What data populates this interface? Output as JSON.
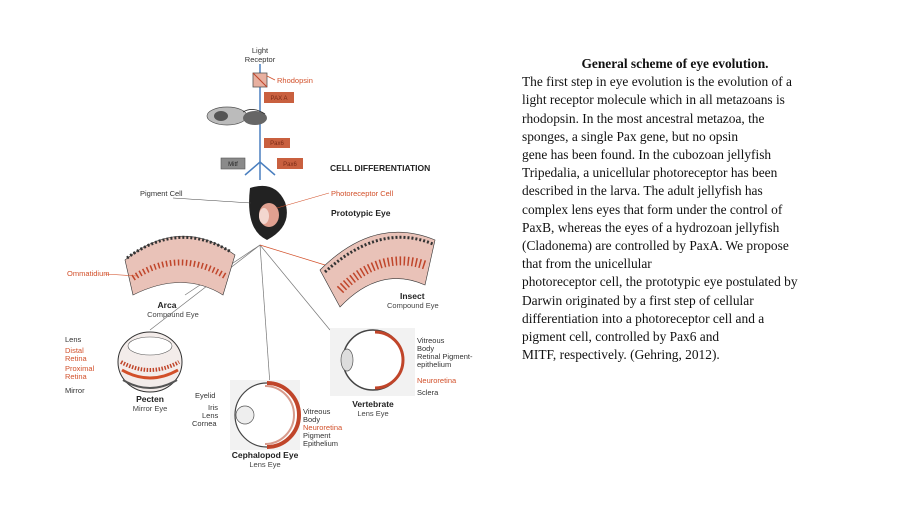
{
  "diagram": {
    "top": {
      "light_receptor": [
        "Light",
        "Receptor"
      ],
      "rhodopsin": "Rhodopsin",
      "pax_box_1": "PAX A",
      "pax_box_2": "Pax6",
      "mitf_box": "Mitf",
      "pax_box_3": "Pax6",
      "cell_differentiation": "CELL DIFFERENTIATION"
    },
    "prototypic": {
      "pigment_cell": "Pigment Cell",
      "photoreceptor_cell": "Photoreceptor Cell",
      "prototypic_eye": "Prototypic Eye"
    },
    "arca": {
      "ommatidium": "Ommatidium",
      "name": "Arca",
      "type": "Compound Eye"
    },
    "insect": {
      "name": "Insect",
      "type": "Compound Eye"
    },
    "pecten": {
      "lens": "Lens",
      "distal_retina": [
        "Distal",
        "Retina"
      ],
      "proximal_retina": [
        "Proximal",
        "Retina"
      ],
      "mirror": "Mirror",
      "name": "Pecten",
      "type": "Mirror Eye"
    },
    "vertebrate": {
      "vitreous_body": [
        "Vitreous",
        "Body"
      ],
      "retinal_pigment": [
        "Retinal Pigment-",
        "epithelium"
      ],
      "neuroretina": "Neuroretina",
      "sclera": "Sclera",
      "name": "Vertebrate",
      "type": "Lens Eye"
    },
    "cephalopod": {
      "eyelid": "Eyelid",
      "iris": "Iris",
      "lens": "Lens",
      "cornea": "Cornea",
      "vitreous_body": [
        "Vitreous",
        "Body"
      ],
      "neuroretina": "Neuroretina",
      "pigment_epithelium": [
        "Pigment",
        "Epithelium"
      ],
      "name": "Cephalopod Eye",
      "type": "Lens Eye"
    }
  },
  "colors": {
    "accent_red": "#d2502a",
    "retina_red": "#c0452a",
    "line_blue": "#4a7fbf",
    "box_fill": "#c9603f",
    "mitf_fill": "#8a8a8a"
  },
  "text": {
    "title": "General scheme of eye evolution.",
    "lines": [
      "The first step in eye evolution is the evolution of a",
      "light receptor molecule which in all metazoans is",
      "rhodopsin. In the most ancestral metazoa, the",
      "sponges, a single Pax gene, but no opsin",
      "gene has been found. In the cubozoan jellyfish",
      "Tripedalia, a unicellular photoreceptor has been",
      "described in the larva. The adult jellyfish has",
      "complex lens eyes that form under the control of",
      "PaxB, whereas the eyes of a hydrozoan jellyfish",
      "(Cladonema) are controlled by PaxA. We propose",
      "that from the unicellular",
      "photoreceptor cell, the prototypic eye postulated by",
      "Darwin originated by a first step of cellular",
      "differentiation into a photoreceptor cell and a",
      "pigment cell, controlled by Pax6 and",
      "MITF, respectively. (Gehring, 2012)."
    ]
  }
}
